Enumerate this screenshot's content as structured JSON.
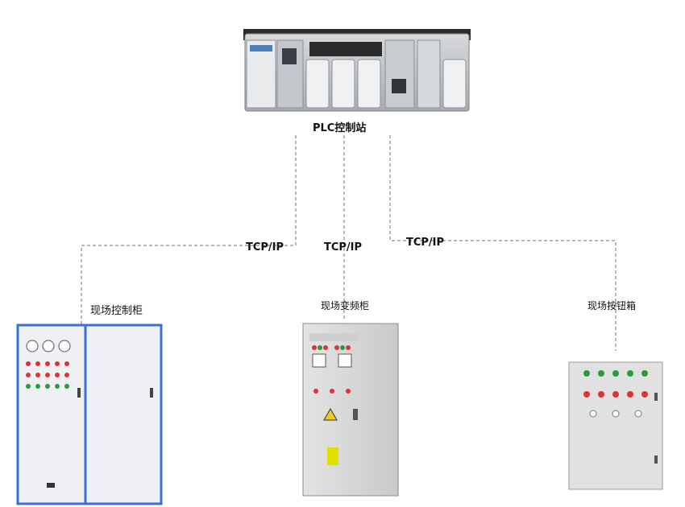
{
  "diagram": {
    "plc": {
      "label": "PLC控制站"
    },
    "links": [
      {
        "protocol": "TCP/IP"
      },
      {
        "protocol": "TCP/IP"
      },
      {
        "protocol": "TCP/IP"
      }
    ],
    "cabinets": [
      {
        "label": "现场控制柜"
      },
      {
        "label": "现场变频柜"
      },
      {
        "label": "现场按钮箱"
      }
    ]
  }
}
